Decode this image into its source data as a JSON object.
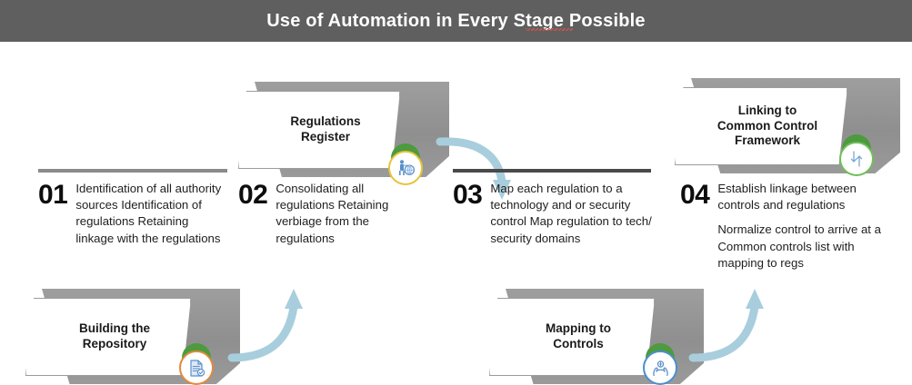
{
  "header": {
    "title": "Use of Automation in Every Stage Possible",
    "bar_color": "#5f5f5f",
    "text_color": "#ffffff",
    "spellcheck_word": "Stage"
  },
  "theme": {
    "slab_gray": "#8f8f8f",
    "sheet_white": "#ffffff",
    "rule_gray": "#8a8a8a",
    "rule_dark": "#4a4a4a",
    "arrow_blue": "#a8cedd",
    "icon_green": "#4e9a3f",
    "icon_yellow": "#e8c33a",
    "icon_orange": "#e08a3c",
    "icon_blue": "#4a8fd0",
    "icon_line_blue": "#5b8fc9"
  },
  "banners": [
    {
      "id": "regulations-register",
      "label": "Regulations\nRegister",
      "icon": "regulation-inspector-icon",
      "cap_color": "#4e9a3f",
      "ring_color": "#e8c33a",
      "position": "top"
    },
    {
      "id": "linking-to-common-control-framework",
      "label": "Linking to\nCommon Control\nFramework",
      "icon": "up-down-arrows-icon",
      "cap_color": "#4e9a3f",
      "ring_color": "#6fbf5a",
      "position": "top"
    },
    {
      "id": "building-the-repository",
      "label": "Building the\nRepository",
      "icon": "document-check-icon",
      "cap_color": "#4e9a3f",
      "ring_color": "#e08a3c",
      "position": "bottom"
    },
    {
      "id": "mapping-to-controls",
      "label": "Mapping to\nControls",
      "icon": "hands-shield-icon",
      "cap_color": "#4e9a3f",
      "ring_color": "#4a8fd0",
      "position": "bottom"
    }
  ],
  "steps": [
    {
      "number": "01",
      "rule_style": "gray",
      "paragraphs": [
        "Identification of all authority sources Identification of regulations Retaining linkage with the regulations"
      ]
    },
    {
      "number": "02",
      "rule_style": "none",
      "paragraphs": [
        "Consolidating all regulations Retaining verbiage from the regulations"
      ]
    },
    {
      "number": "03",
      "rule_style": "dark",
      "paragraphs": [
        "Map each regulation to a technology and or security control Map regulation to tech/ security domains"
      ]
    },
    {
      "number": "04",
      "rule_style": "none",
      "paragraphs": [
        "Establish linkage between controls and regulations",
        "Normalize control to arrive at a Common controls list with mapping to regs"
      ]
    }
  ],
  "arrows": [
    {
      "id": "arrow-01-to-02",
      "direction": "up-right",
      "color": "#a8cedd"
    },
    {
      "id": "arrow-02-to-03",
      "direction": "down-right",
      "color": "#a8cedd"
    },
    {
      "id": "arrow-03-to-04",
      "direction": "up-right",
      "color": "#a8cedd"
    }
  ]
}
